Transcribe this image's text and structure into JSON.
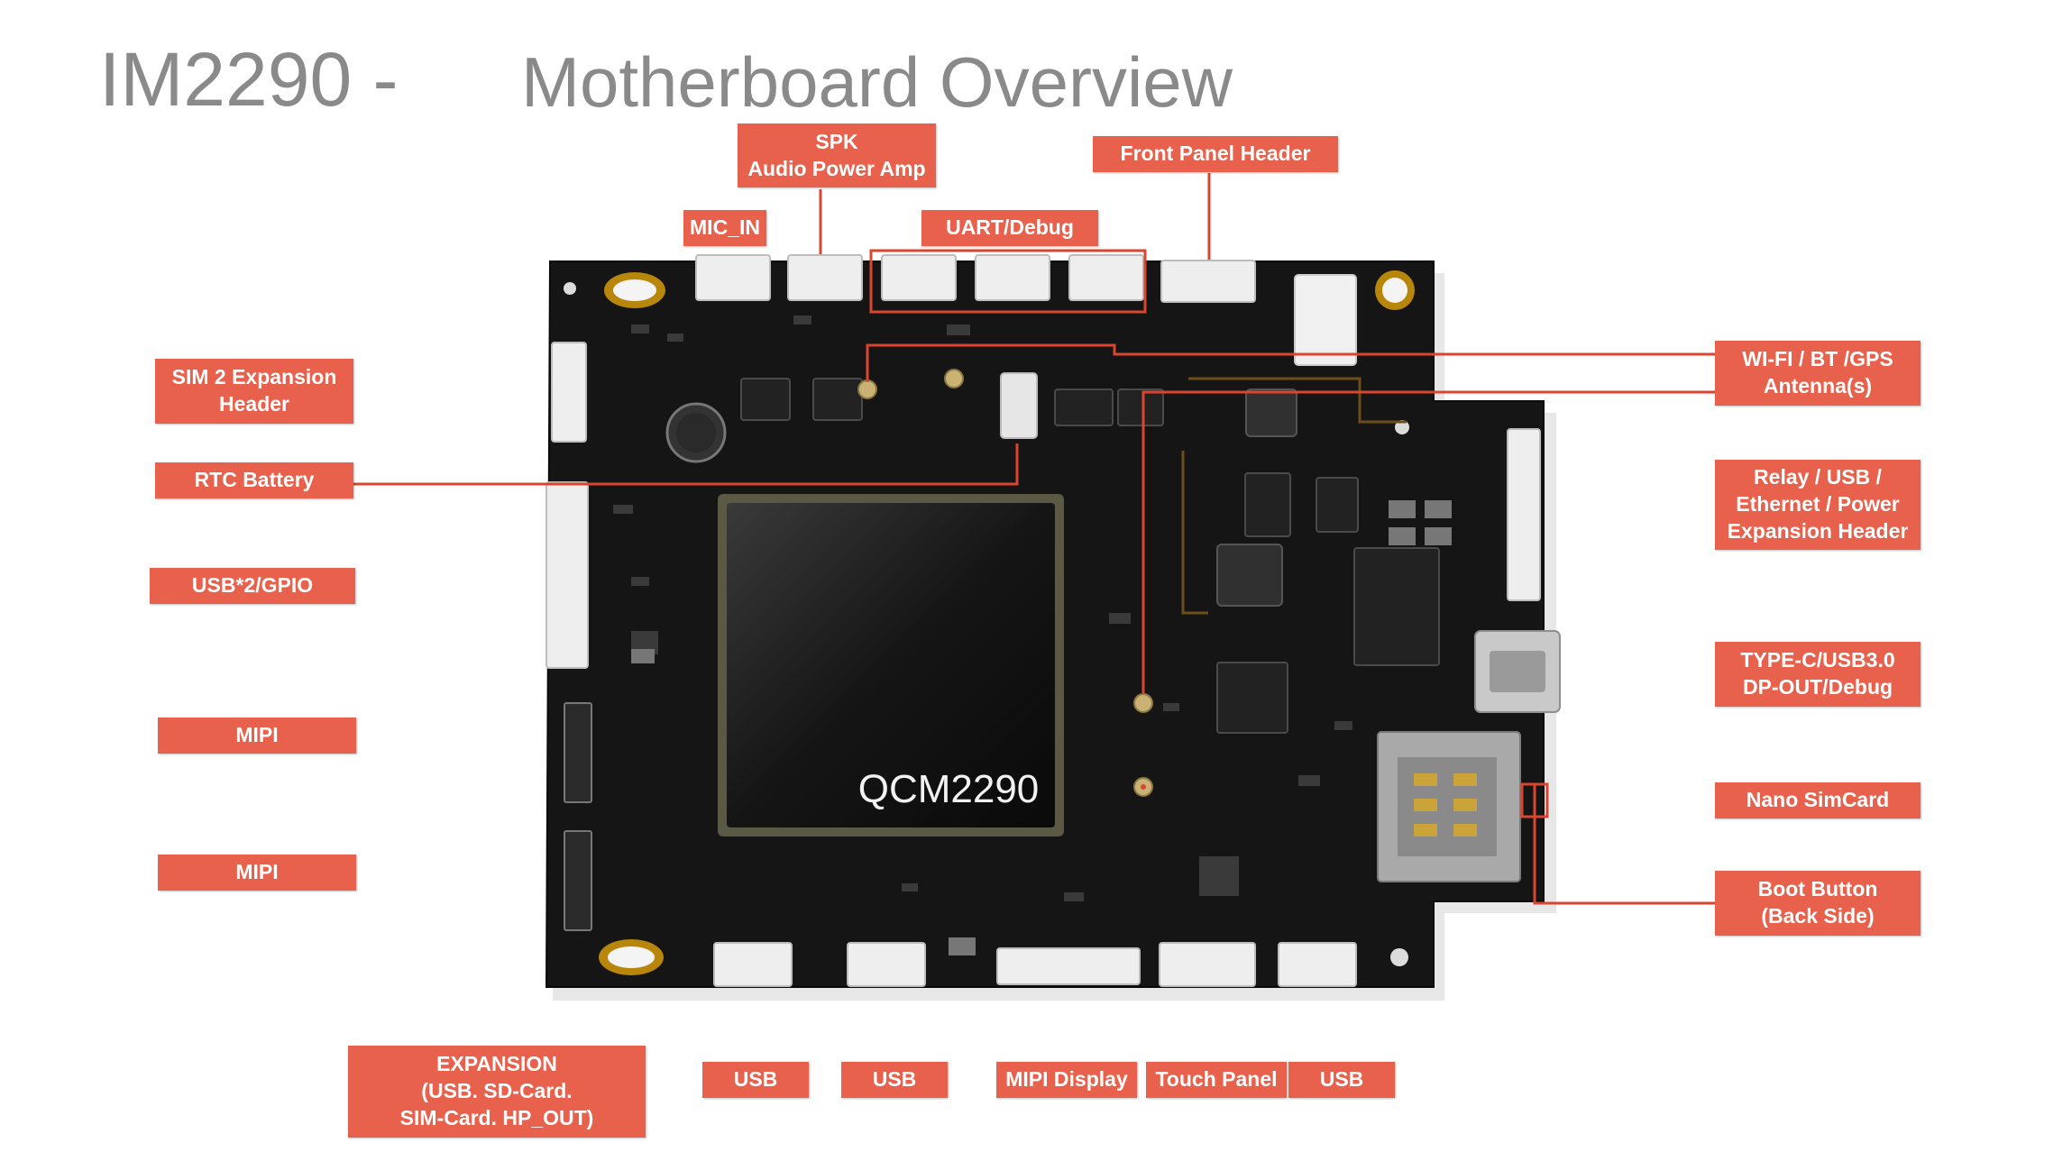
{
  "title": {
    "model": "IM2290 -",
    "subtitle": "Motherboard Overview"
  },
  "chip": {
    "label": "QCM2290"
  },
  "labels": {
    "spk": "SPK\nAudio Power Amp",
    "front_panel": "Front Panel Header",
    "mic_in": "MIC_IN",
    "uart": "UART/Debug",
    "sim2": "SIM 2 Expansion\nHeader",
    "rtc": "RTC Battery",
    "usb_gpio": "USB*2/GPIO",
    "mipi1": "MIPI",
    "mipi2": "MIPI",
    "wifi": "WI-FI / BT /GPS\nAntenna(s)",
    "relay": "Relay / USB /\nEthernet / Power\nExpansion Header",
    "typec": "TYPE-C/USB3.0\nDP-OUT/Debug",
    "nano_sim": "Nano SimCard",
    "boot": "Boot Button\n(Back Side)",
    "expansion": "EXPANSION\n(USB. SD-Card.\nSIM-Card.  HP_OUT)",
    "usb1": "USB",
    "usb2": "USB",
    "mipi_display": "MIPI Display",
    "touch_panel": "Touch Panel",
    "usb3": "USB"
  },
  "colors": {
    "label_bg": "#e8614c",
    "line": "#d9452e",
    "board": "#141414",
    "title": "#8a8a8a"
  }
}
